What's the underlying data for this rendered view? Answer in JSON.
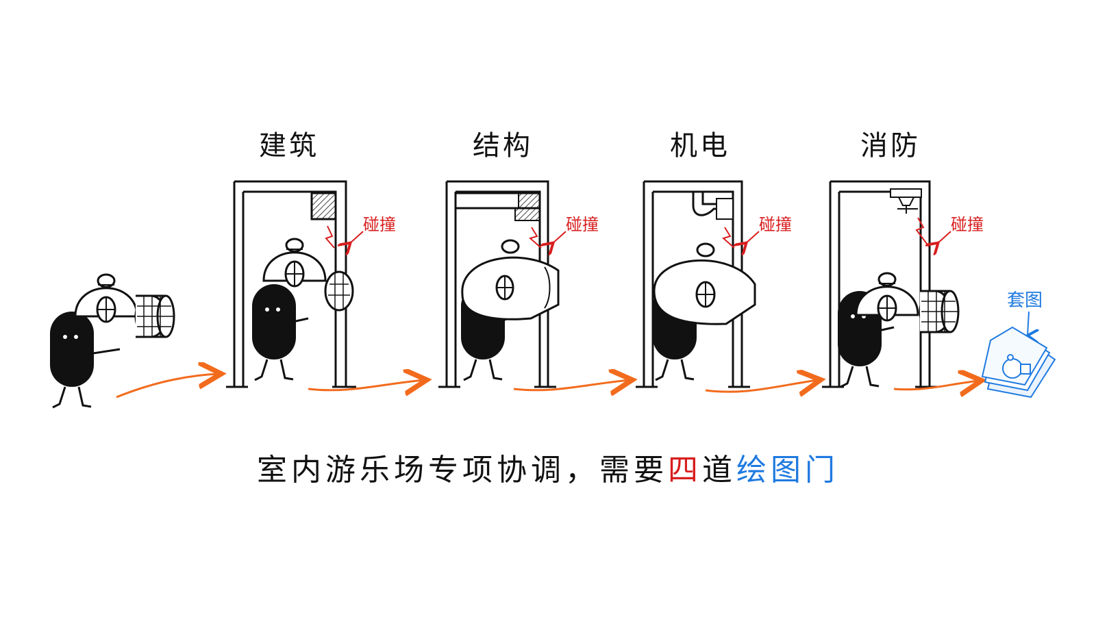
{
  "stages": [
    {
      "title": "建筑",
      "collision": "碰撞",
      "obstacle": "beam-block-hatched"
    },
    {
      "title": "结构",
      "collision": "碰撞",
      "obstacle": "beam-hatched"
    },
    {
      "title": "机电",
      "collision": "碰撞",
      "obstacle": "pipe"
    },
    {
      "title": "消防",
      "collision": "碰撞",
      "obstacle": "sprinkler"
    }
  ],
  "result_label": "套图",
  "caption": {
    "prefix": "室内游乐场专项协调，需要",
    "highlight_red": "四",
    "mid": "道",
    "highlight_blue": "绘图门"
  },
  "colors": {
    "ink": "#111111",
    "arrow": "#f26b1d",
    "collision": "#d81e1e",
    "result": "#1f7ae0"
  }
}
